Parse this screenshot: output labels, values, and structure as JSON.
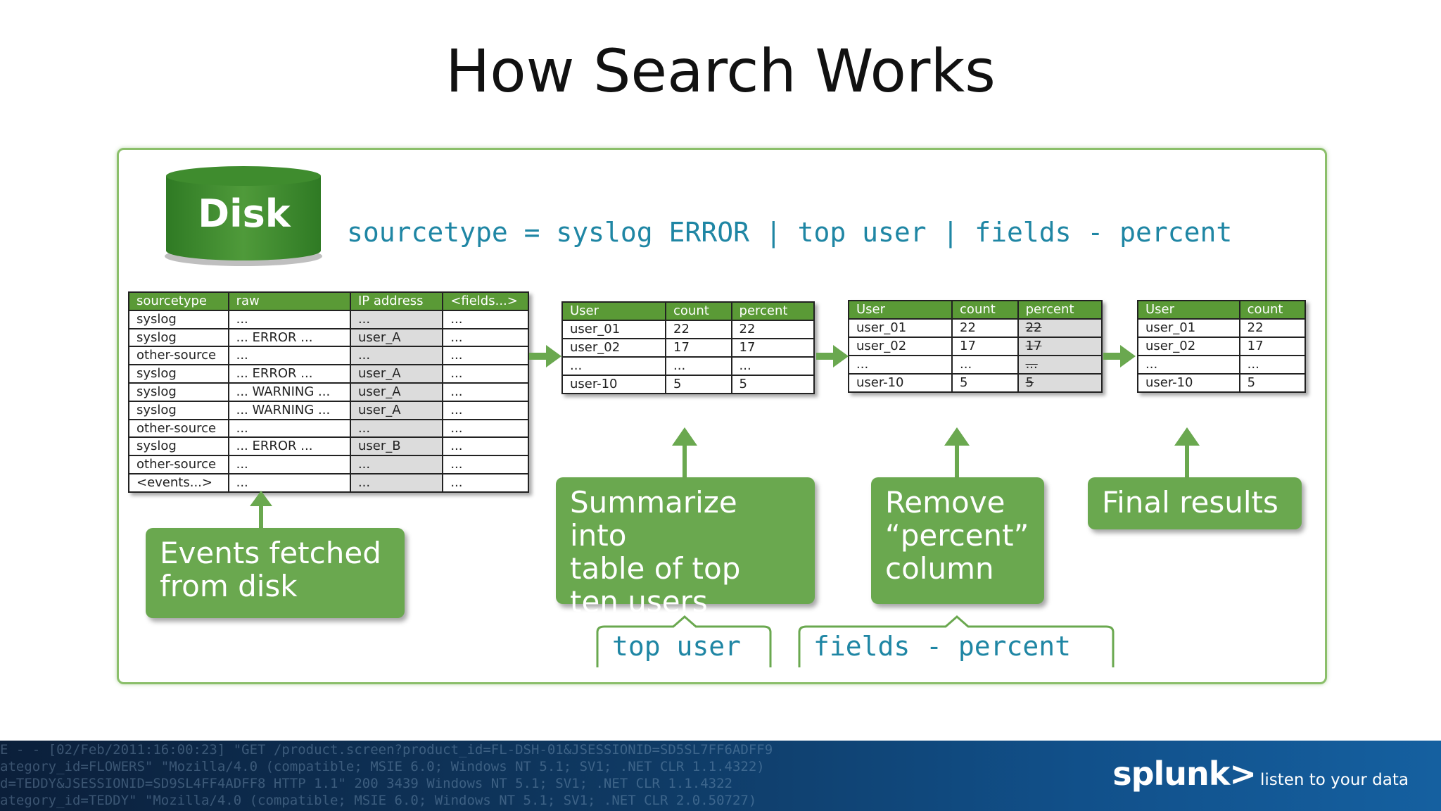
{
  "title": "How Search Works",
  "disk": {
    "label": "Disk"
  },
  "query": "sourcetype = syslog ERROR | top user | fields - percent",
  "events_table": {
    "headers": [
      "sourcetype",
      "raw",
      "IP address",
      "<fields...>"
    ],
    "rows": [
      [
        "syslog",
        "...",
        "...",
        "..."
      ],
      [
        "syslog",
        "... ERROR ...",
        "user_A",
        "..."
      ],
      [
        "other-source",
        "...",
        "...",
        "..."
      ],
      [
        "syslog",
        "... ERROR ...",
        "user_A",
        "..."
      ],
      [
        "syslog",
        "... WARNING ...",
        "user_A",
        "..."
      ],
      [
        "syslog",
        "... WARNING ...",
        "user_A",
        "..."
      ],
      [
        "other-source",
        "...",
        "...",
        "..."
      ],
      [
        "syslog",
        "... ERROR ...",
        "user_B",
        "..."
      ],
      [
        "other-source",
        "...",
        "...",
        "..."
      ],
      [
        "<events...>",
        "...",
        "...",
        "..."
      ]
    ]
  },
  "top_table": {
    "headers": [
      "User",
      "count",
      "percent"
    ],
    "rows": [
      [
        "user_01",
        "22",
        "22"
      ],
      [
        "user_02",
        "17",
        "17"
      ],
      [
        "...",
        "...",
        "..."
      ],
      [
        "user-10",
        "5",
        "5"
      ]
    ]
  },
  "remove_table": {
    "headers": [
      "User",
      "count",
      "percent"
    ],
    "rows": [
      [
        "user_01",
        "22",
        "22"
      ],
      [
        "user_02",
        "17",
        "17"
      ],
      [
        "...",
        "...",
        "..."
      ],
      [
        "user-10",
        "5",
        "5"
      ]
    ]
  },
  "final_table": {
    "headers": [
      "User",
      "count"
    ],
    "rows": [
      [
        "user_01",
        "22"
      ],
      [
        "user_02",
        "17"
      ],
      [
        "...",
        "..."
      ],
      [
        "user-10",
        "5"
      ]
    ]
  },
  "boxes": {
    "events": [
      "Events fetched",
      "from disk"
    ],
    "summarize": [
      "Summarize into",
      "table of top",
      "ten users"
    ],
    "remove": [
      "Remove",
      "“percent”",
      "column"
    ],
    "final": [
      "Final results"
    ]
  },
  "commands": {
    "top": "top user",
    "fields": "fields - percent"
  },
  "footer": {
    "log_lines": [
      "E - - [02/Feb/2011:16:00:23] \"GET /product.screen?product_id=FL-DSH-01&JSESSIONID=SD5SL7FF6ADFF9",
      "ategory_id=FLOWERS\" \"Mozilla/4.0 (compatible; MSIE 6.0; Windows NT 5.1; SV1; .NET CLR 1.1.4322)",
      "d=TEDDY&JSESSIONID=SD9SL4FF4ADFF8 HTTP 1.1\" 200 3439 Windows NT 5.1; SV1; .NET CLR 1.1.4322",
      "ategory_id=TEDDY\" \"Mozilla/4.0 (compatible; MSIE 6.0; Windows NT 5.1; SV1; .NET CLR 2.0.50727)"
    ],
    "brand": "splunk>",
    "tagline": "listen to your data"
  },
  "colors": {
    "green": "#6aa84f",
    "header_green": "#5a9a36",
    "frame_green": "#8bbf6a",
    "query_blue": "#1f86a4",
    "footer_navy": "#0f3a64"
  }
}
